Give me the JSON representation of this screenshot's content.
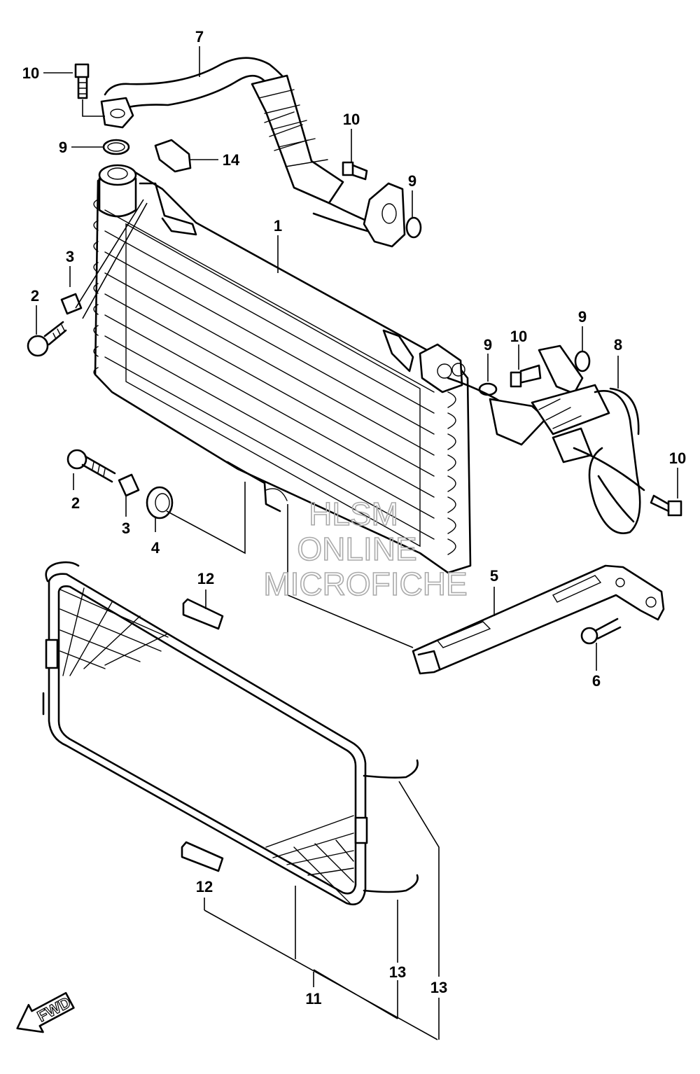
{
  "callouts": [
    {
      "id": "c1",
      "text": "1"
    },
    {
      "id": "c2a",
      "text": "2"
    },
    {
      "id": "c2b",
      "text": "2"
    },
    {
      "id": "c3a",
      "text": "3"
    },
    {
      "id": "c3b",
      "text": "3"
    },
    {
      "id": "c4",
      "text": "4"
    },
    {
      "id": "c5",
      "text": "5"
    },
    {
      "id": "c6",
      "text": "6"
    },
    {
      "id": "c7",
      "text": "7"
    },
    {
      "id": "c8",
      "text": "8"
    },
    {
      "id": "c9a",
      "text": "9"
    },
    {
      "id": "c9b",
      "text": "9"
    },
    {
      "id": "c9c",
      "text": "9"
    },
    {
      "id": "c9d",
      "text": "9"
    },
    {
      "id": "c10a",
      "text": "10"
    },
    {
      "id": "c10b",
      "text": "10"
    },
    {
      "id": "c10c",
      "text": "10"
    },
    {
      "id": "c10d",
      "text": "10"
    },
    {
      "id": "c11",
      "text": "11"
    },
    {
      "id": "c12a",
      "text": "12"
    },
    {
      "id": "c12b",
      "text": "12"
    },
    {
      "id": "c13a",
      "text": "13"
    },
    {
      "id": "c13b",
      "text": "13"
    },
    {
      "id": "c14",
      "text": "14"
    }
  ],
  "watermark": {
    "line1": "HLSM",
    "line2": "ONLINE",
    "line3": "MICROFICHE"
  },
  "fwd_label": "FWD"
}
